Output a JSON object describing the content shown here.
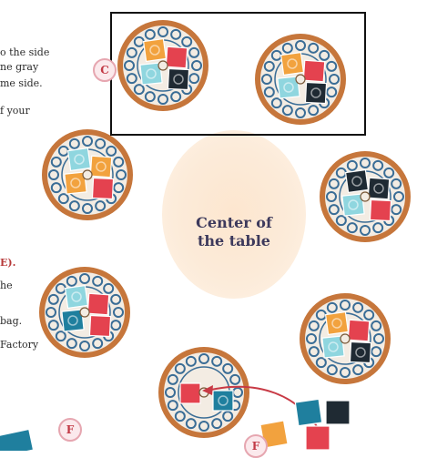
{
  "instructions_snippets": [
    "o the side",
    "ne gray",
    "me side.",
    "f your",
    "E).",
    "he",
    "bag.",
    "Factory"
  ],
  "center_label": "Center of\nthe table",
  "markers": {
    "c": "C",
    "f_left": "F",
    "f_bottom": "F"
  },
  "colors": {
    "factory_rim": "#c6763b",
    "factory_inner": "#f3ece3",
    "ornament": "#3a6d96",
    "tile_red": "#e4424f",
    "tile_orange": "#f2a23e",
    "tile_light_blue": "#8fd6df",
    "tile_teal": "#1f7f9e",
    "tile_black": "#1f2a33",
    "center_area": "#fde6cf",
    "highlight_border": "#111111",
    "arrow": "#c83a45"
  },
  "factories": [
    {
      "id": "top-left",
      "tiles": [
        "orange",
        "red",
        "light_blue",
        "black"
      ]
    },
    {
      "id": "top-right",
      "tiles": [
        "orange",
        "red",
        "light_blue",
        "black"
      ]
    },
    {
      "id": "mid-left",
      "tiles": [
        "light_blue",
        "orange",
        "orange",
        "red"
      ]
    },
    {
      "id": "mid-right",
      "tiles": [
        "black",
        "black",
        "light_blue",
        "red"
      ]
    },
    {
      "id": "lower-left",
      "tiles": [
        "light_blue",
        "red",
        "teal",
        "red"
      ]
    },
    {
      "id": "lower-right",
      "tiles": [
        "orange",
        "red",
        "light_blue",
        "black"
      ]
    },
    {
      "id": "bottom",
      "tiles": [
        "red",
        "teal"
      ]
    }
  ],
  "loose_tiles": [
    "teal",
    "black",
    "red",
    "orange"
  ]
}
